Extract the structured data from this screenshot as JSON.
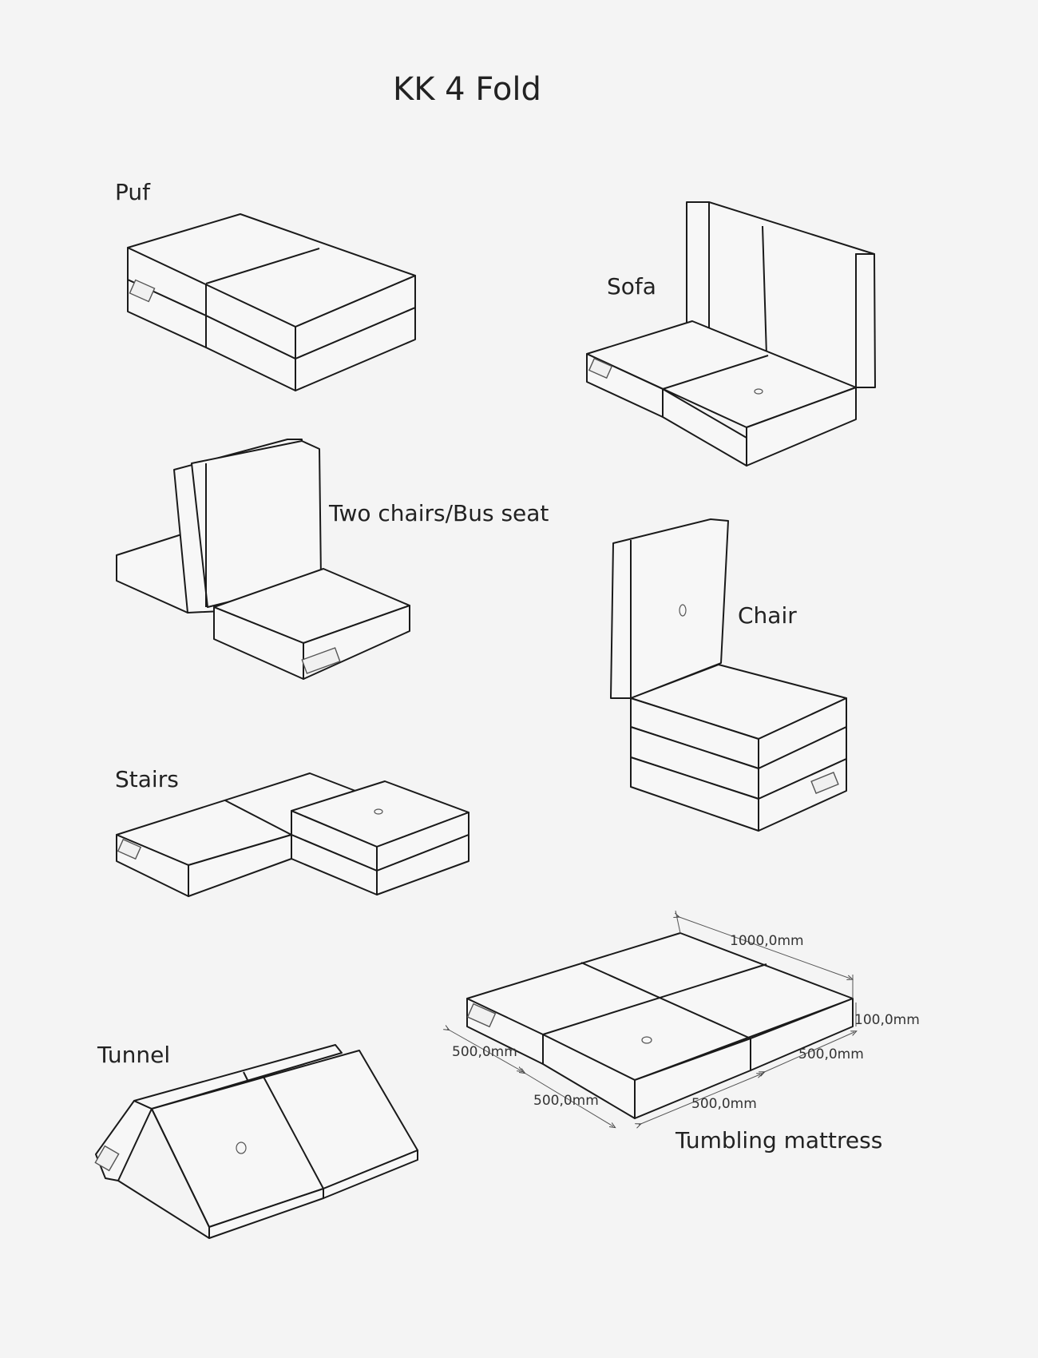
{
  "title": "KK 4 Fold",
  "configurations": {
    "puf": "Puf",
    "sofa": "Sofa",
    "two_chairs": "Two chairs/Bus seat",
    "chair": "Chair",
    "stairs": "Stairs",
    "tunnel": "Tunnel",
    "tumbling": "Tumbling mattress"
  },
  "dimensions": {
    "length": "1000,0mm",
    "height": "100,0mm",
    "width_left_1": "500,0mm",
    "width_left_2": "500,0mm",
    "width_right_1": "500,0mm",
    "width_right_2": "500,0mm"
  }
}
